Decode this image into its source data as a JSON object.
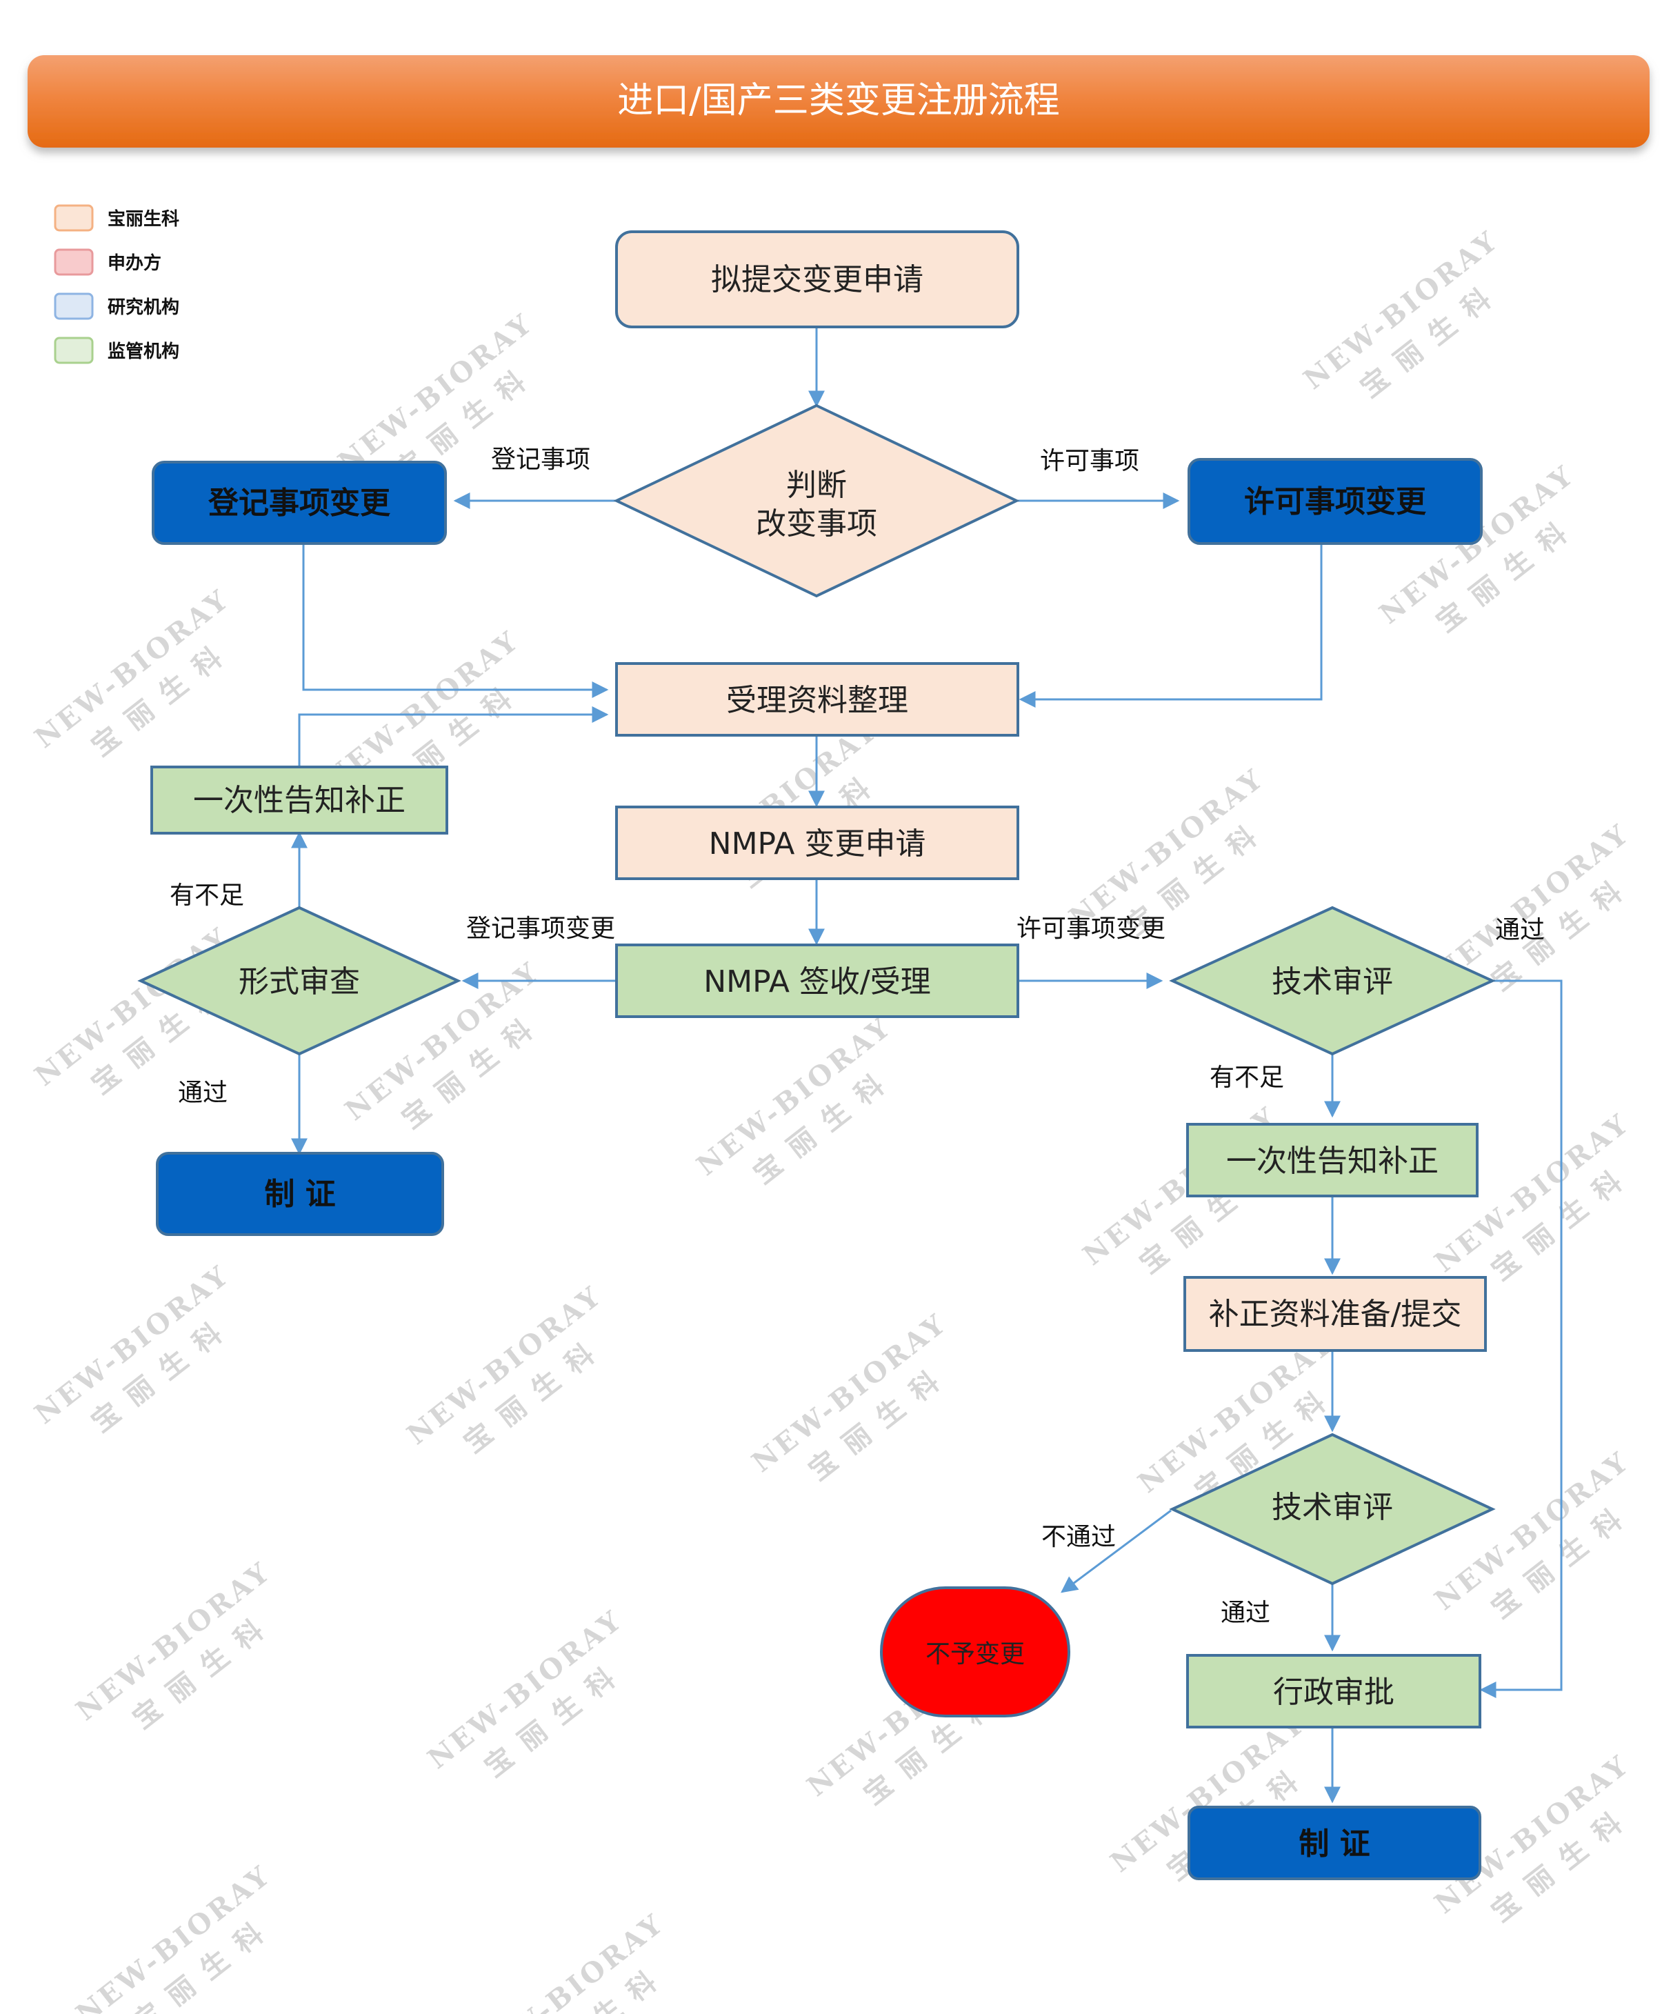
{
  "title": "进口/国产三类变更注册流程",
  "colors": {
    "title_bar": "#ee7a2c",
    "peach": "#fbe5d6",
    "blue": "#0563c1",
    "green": "#c5e0b4",
    "red": "#ff0000",
    "border": "#41719c",
    "arrow": "#5b9bd5"
  },
  "legend": [
    {
      "label": "宝丽生科",
      "color": "#fbe5d6",
      "border": "#f4b183"
    },
    {
      "label": "申办方",
      "color": "#f8cbcc",
      "border": "#e89a9c"
    },
    {
      "label": "研究机构",
      "color": "#dde8f6",
      "border": "#8eb4e3"
    },
    {
      "label": "监管机构",
      "color": "#e2efda",
      "border": "#a9d18e"
    }
  ],
  "nodes": {
    "submit": "拟提交变更申请",
    "judge_line1": "判断",
    "judge_line2": "改变事项",
    "reg_change": "登记事项变更",
    "lic_change": "许可事项变更",
    "prepare": "受理资料整理",
    "nmpa_apply": "NMPA 变更申请",
    "nmpa_accept": "NMPA 签收/受理",
    "notice_left": "一次性告知补正",
    "formal_review": "形式审查",
    "cert_left": "制  证",
    "tech_review_1": "技术审评",
    "notice_right": "一次性告知补正",
    "supplement": "补正资料准备/提交",
    "tech_review_2": "技术审评",
    "reject": "不予变更",
    "admin_approval": "行政审批",
    "cert_right": "制  证"
  },
  "edges": {
    "reg_item": "登记事项",
    "lic_item": "许可事项",
    "reg_item_change": "登记事项变更",
    "lic_item_change": "许可事项变更",
    "insufficient_left": "有不足",
    "pass_left": "通过",
    "pass_right_top": "通过",
    "insufficient_right": "有不足",
    "fail": "不通过",
    "pass_right_bottom": "通过"
  },
  "watermark": {
    "line1": "NEW-BIORAY",
    "line2": "宝 丽 生 科"
  }
}
